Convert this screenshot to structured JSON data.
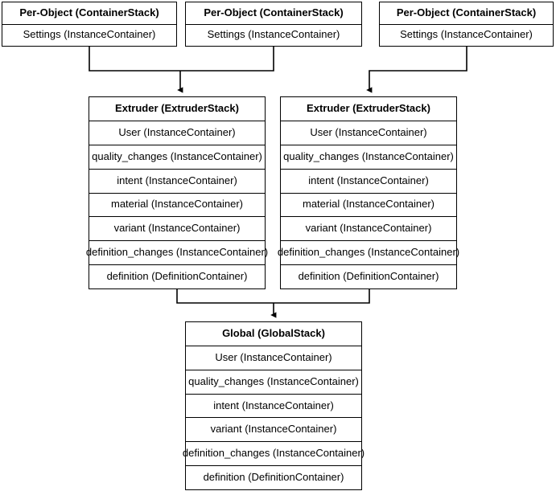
{
  "diagram": {
    "title": "Cura container stack hierarchy",
    "colors": {
      "background": "#ffffff",
      "stroke": "#000000",
      "text": "#000000"
    },
    "nodes": [
      {
        "id": "per-object-1",
        "name": "per-object-container-stack-1",
        "header": "Per-Object (ContainerStack)",
        "rows": [
          "Settings (InstanceContainer)"
        ]
      },
      {
        "id": "per-object-2",
        "name": "per-object-container-stack-2",
        "header": "Per-Object (ContainerStack)",
        "rows": [
          "Settings (InstanceContainer)"
        ]
      },
      {
        "id": "per-object-3",
        "name": "per-object-container-stack-3",
        "header": "Per-Object (ContainerStack)",
        "rows": [
          "Settings (InstanceContainer)"
        ]
      },
      {
        "id": "extruder-1",
        "name": "extruder-stack-1",
        "header": "Extruder (ExtruderStack)",
        "rows": [
          "User (InstanceContainer)",
          "quality_changes (InstanceContainer)",
          "intent (InstanceContainer)",
          "material (InstanceContainer)",
          "variant (InstanceContainer)",
          "definition_changes (InstanceContainer)",
          "definition (DefinitionContainer)"
        ]
      },
      {
        "id": "extruder-2",
        "name": "extruder-stack-2",
        "header": "Extruder (ExtruderStack)",
        "rows": [
          "User (InstanceContainer)",
          "quality_changes (InstanceContainer)",
          "intent (InstanceContainer)",
          "material (InstanceContainer)",
          "variant (InstanceContainer)",
          "definition_changes (InstanceContainer)",
          "definition (DefinitionContainer)"
        ]
      },
      {
        "id": "global",
        "name": "global-stack",
        "header": "Global (GlobalStack)",
        "rows": [
          "User (InstanceContainer)",
          "quality_changes (InstanceContainer)",
          "intent (InstanceContainer)",
          "variant (InstanceContainer)",
          "definition_changes (InstanceContainer)",
          "definition (DefinitionContainer)"
        ]
      }
    ],
    "edges": [
      {
        "id": "edge-po1-to-extruder1",
        "from": "per-object-1",
        "to": "extruder-1",
        "arrow": "down"
      },
      {
        "id": "edge-po2-to-extruder1",
        "from": "per-object-2",
        "to": "extruder-1",
        "arrow": "down"
      },
      {
        "id": "edge-po3-to-extruder2",
        "from": "per-object-3",
        "to": "extruder-2",
        "arrow": "down"
      },
      {
        "id": "edge-extruder1-to-global",
        "from": "extruder-1",
        "to": "global",
        "arrow": "down"
      },
      {
        "id": "edge-extruder2-to-global",
        "from": "extruder-2",
        "to": "global",
        "arrow": "down"
      }
    ]
  }
}
